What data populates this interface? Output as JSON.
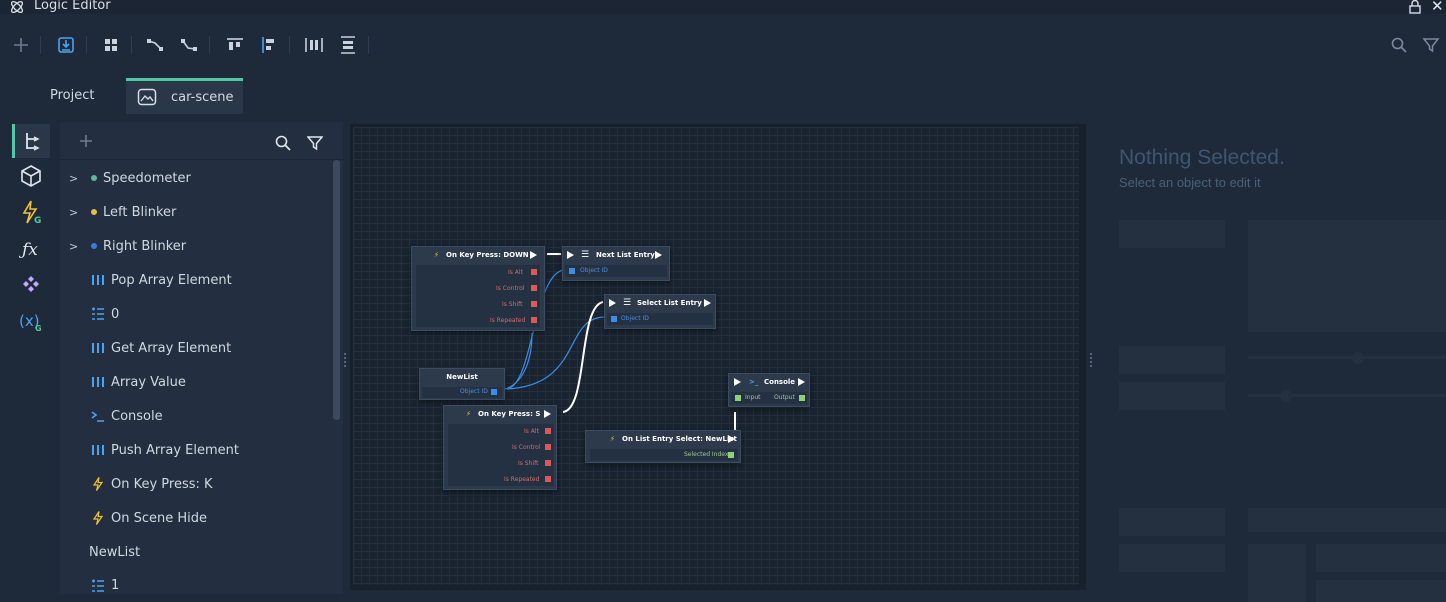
{
  "window": {
    "title": "Logic Editor",
    "icons": [
      "atom-icon",
      "lock-icon",
      "close-icon"
    ]
  },
  "toolbar": {
    "icons": [
      "plus-icon",
      "save-icon",
      "grid-icon",
      "align-nodes-icon",
      "align-nodes-reverse-icon",
      "align-top-icon",
      "align-left-icon",
      "distribute-horizontal-icon",
      "distribute-vertical-icon",
      "search-icon",
      "filter-icon"
    ]
  },
  "tabs": [
    {
      "label": "Project"
    },
    {
      "label": "car-scene"
    }
  ],
  "rail": {
    "icons": [
      "hierarchy-icon",
      "cube-icon",
      "lightning-g-icon",
      "function-icon",
      "component-icon",
      "variable-g-icon"
    ]
  },
  "tree": {
    "icons": [
      "plus-icon",
      "search-icon",
      "filter-icon"
    ],
    "items": [
      {
        "label": "Speedometer",
        "icon": "dot",
        "color": "#5fb89c",
        "expandable": true
      },
      {
        "label": "Left Blinker",
        "icon": "dot",
        "color": "#e8b84a",
        "expandable": true
      },
      {
        "label": "Right Blinker",
        "icon": "dot",
        "color": "#3a7ae0",
        "expandable": true
      },
      {
        "label": "Pop Array Element",
        "icon": "array-icon"
      },
      {
        "label": "0",
        "icon": "list-number-icon"
      },
      {
        "label": "Get Array Element",
        "icon": "array-icon"
      },
      {
        "label": "Array Value",
        "icon": "array-icon"
      },
      {
        "label": "Console",
        "icon": "console-icon"
      },
      {
        "label": "Push Array Element",
        "icon": "array-icon"
      },
      {
        "label": "On Key Press: K",
        "icon": "lightning-icon"
      },
      {
        "label": "On Scene Hide",
        "icon": "lightning-icon"
      },
      {
        "label": "NewList",
        "icon": "none"
      },
      {
        "label": "1",
        "icon": "list-number-icon"
      }
    ]
  },
  "graph": {
    "nodes": {
      "key_down": {
        "title": "On Key Press: DOWN",
        "pins": [
          "Is Alt",
          "Is Control",
          "Is Shift",
          "Is Repeated"
        ]
      },
      "next_entry": {
        "title": "Next List Entry",
        "pins": [
          "Object ID"
        ]
      },
      "select_entry": {
        "title": "Select List Entry",
        "pins": [
          "Object ID"
        ]
      },
      "newlist": {
        "title": "NewList",
        "pins": [
          "Object ID"
        ]
      },
      "key_s": {
        "title": "On Key Press: S",
        "pins": [
          "Is Alt",
          "Is Control",
          "Is Shift",
          "Is Repeated"
        ]
      },
      "console": {
        "title": "Console",
        "pins": [
          "Input",
          "Output"
        ]
      },
      "list_select": {
        "title": "On List Entry Select: NewList",
        "pins": [
          "Selected Index"
        ]
      }
    }
  },
  "inspector": {
    "title": "Nothing Selected.",
    "subtitle": "Select an object to edit it"
  },
  "colors": {
    "accent": "#53c7a6",
    "pin_red": "#e05555",
    "pin_blue": "#3a8ee6",
    "pin_green": "#8fd36e"
  }
}
